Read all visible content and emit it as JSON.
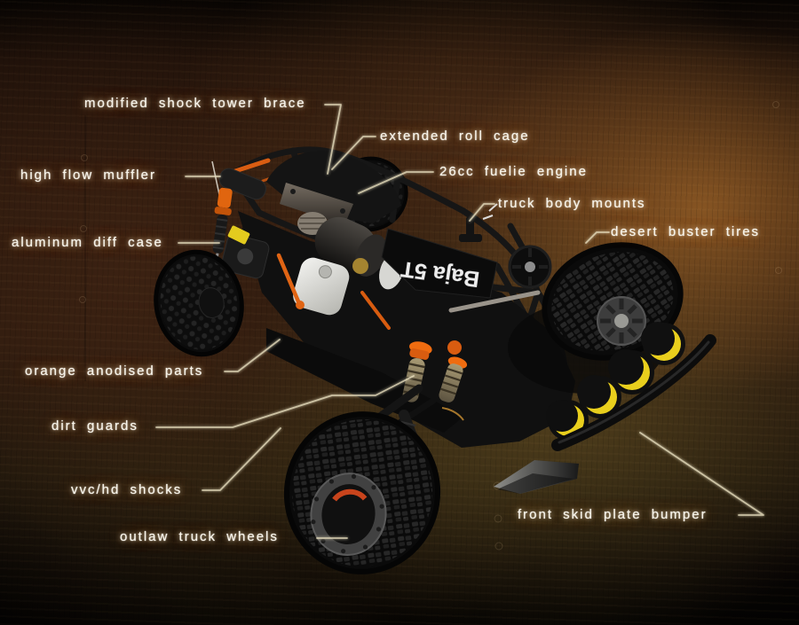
{
  "callouts": [
    {
      "id": "modified-shock-tower-brace",
      "label": "modified shock tower brace"
    },
    {
      "id": "extended-roll-cage",
      "label": "extended roll cage"
    },
    {
      "id": "high-flow-muffler",
      "label": "high flow muffler"
    },
    {
      "id": "26cc-fuelie-engine",
      "label": "26cc fuelie engine"
    },
    {
      "id": "truck-body-mounts",
      "label": "truck body mounts"
    },
    {
      "id": "aluminum-diff-case",
      "label": "aluminum diff case"
    },
    {
      "id": "desert-buster-tires",
      "label": "desert buster tires"
    },
    {
      "id": "orange-anodised-parts",
      "label": "orange anodised parts"
    },
    {
      "id": "dirt-guards",
      "label": "dirt guards"
    },
    {
      "id": "vvc-hd-shocks",
      "label": "vvc/hd shocks"
    },
    {
      "id": "outlaw-truck-wheels",
      "label": "outlaw truck wheels"
    },
    {
      "id": "front-skid-plate-bumper",
      "label": "front skid plate bumper"
    }
  ],
  "car": {
    "plate_text": "Baja 5T"
  },
  "colors": {
    "label_text": "#f7f3e8",
    "leader_line": "#e6ddbd",
    "orange_accent": "#e06414",
    "yellow_accent": "#e9cf1d",
    "background_rust": "#6a451c"
  }
}
